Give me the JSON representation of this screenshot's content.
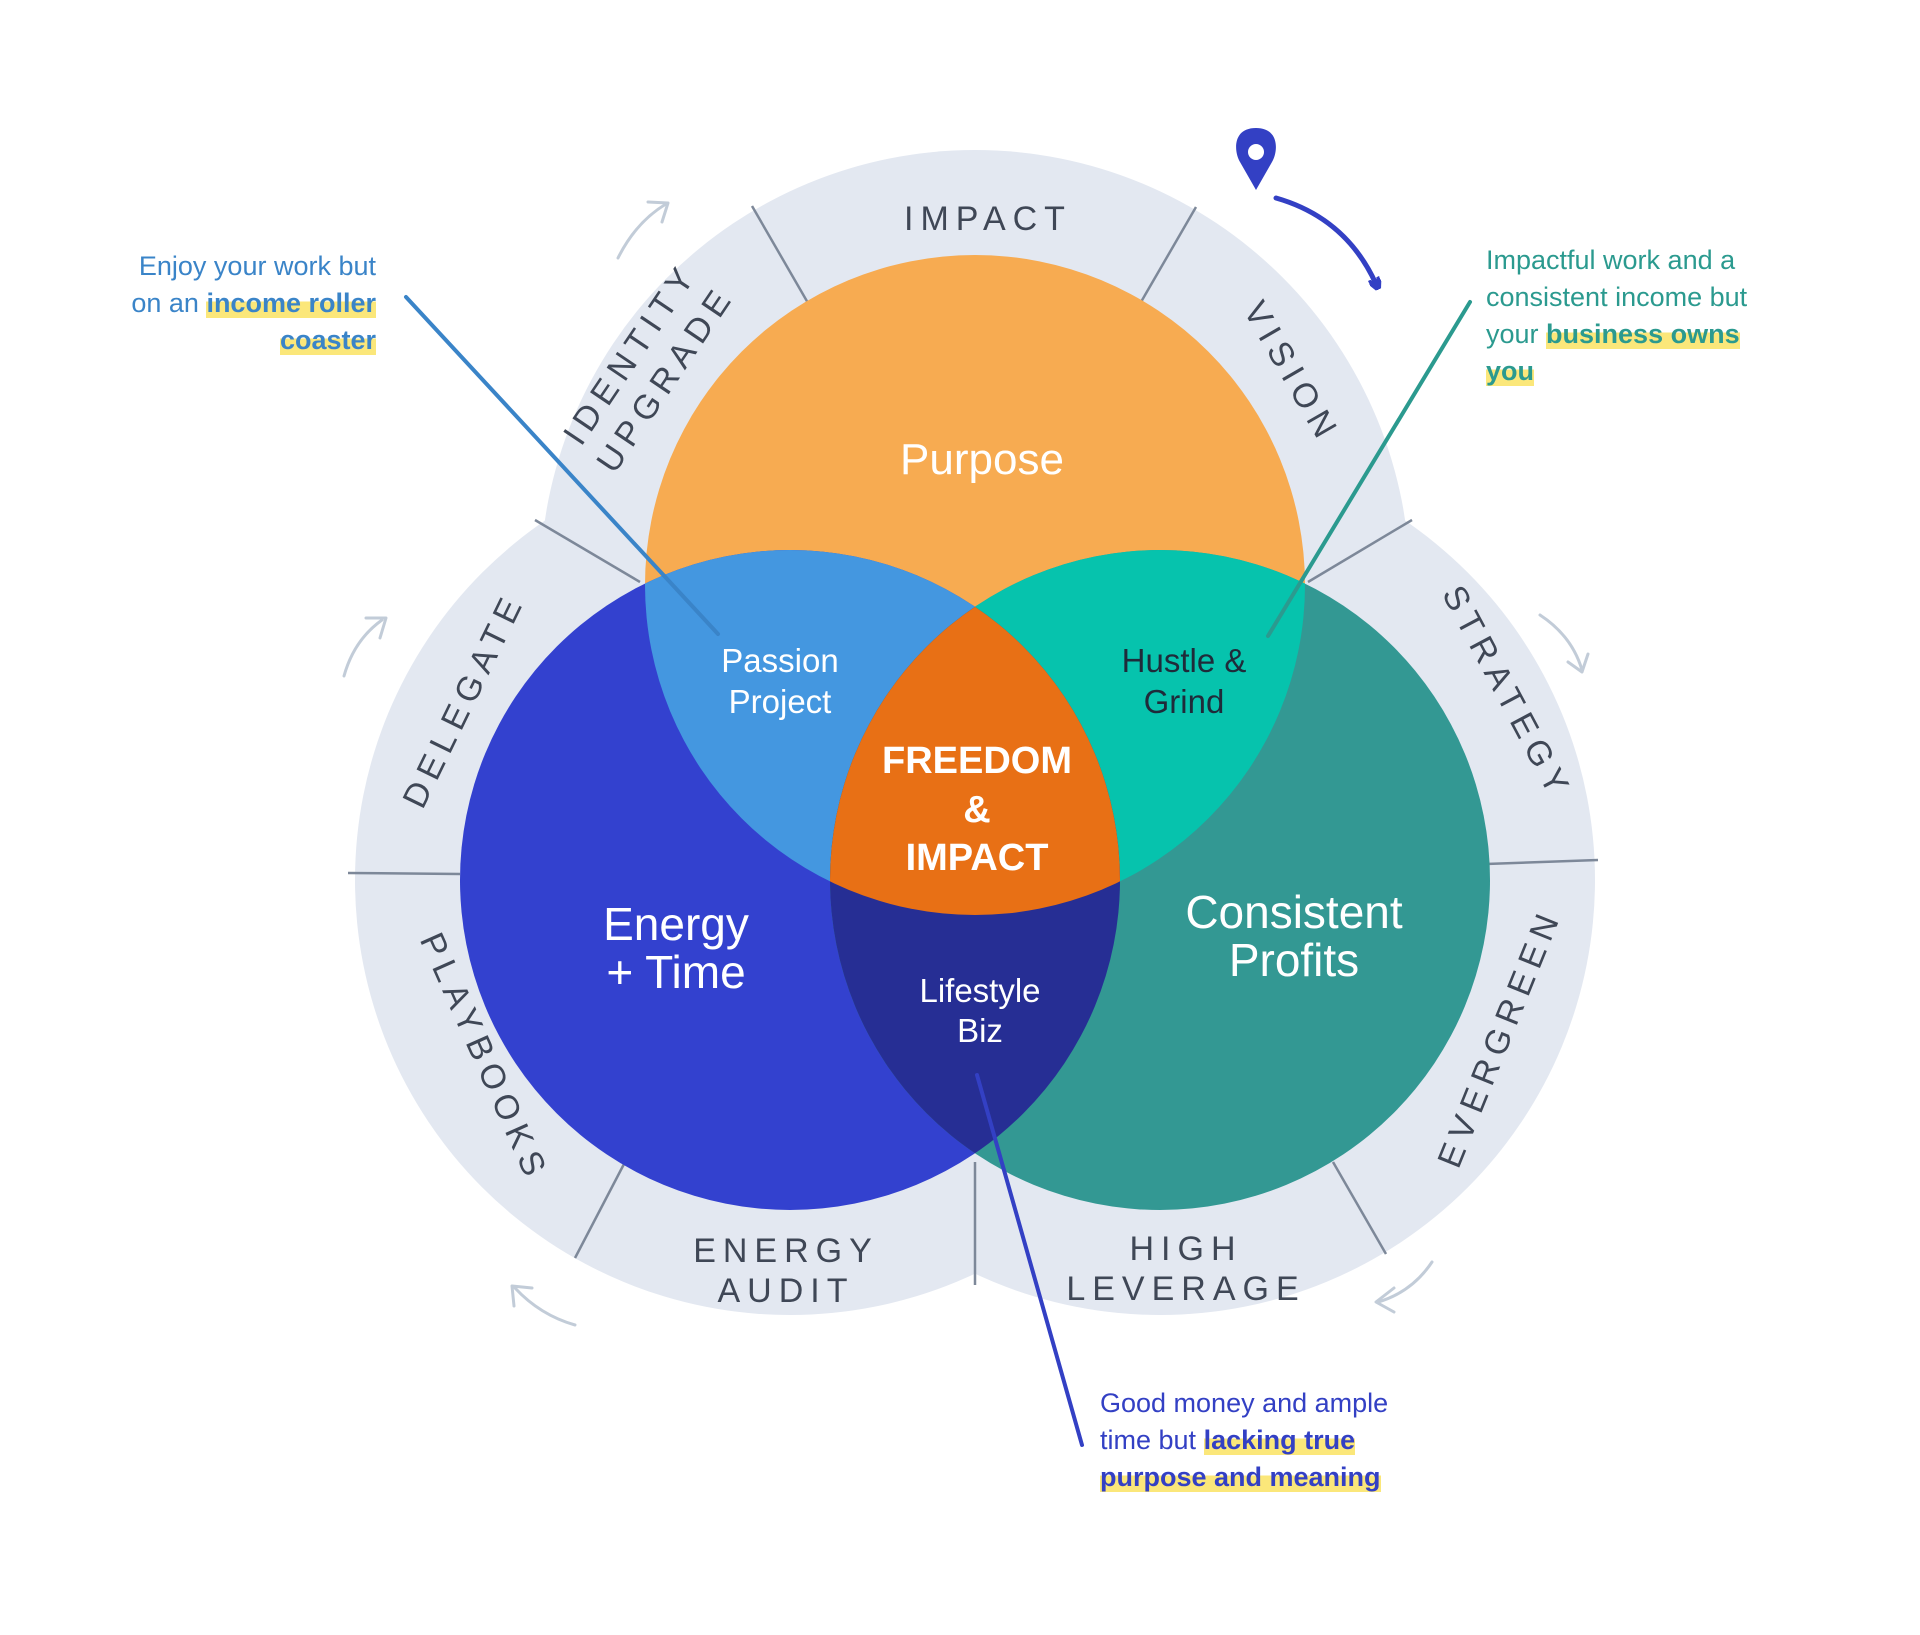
{
  "ring_segments": {
    "impact": "IMPACT",
    "vision": "VISION",
    "strategy": "STRATEGY",
    "evergreen": "EVERGREEN",
    "high_leverage_1": "HIGH",
    "high_leverage_2": "LEVERAGE",
    "energy_audit_1": "ENERGY",
    "energy_audit_2": "AUDIT",
    "playbooks": "PLAYBOOKS",
    "delegate": "DELEGATE",
    "identity_upgrade_1": "IDENTITY",
    "identity_upgrade_2": "UPGRADE"
  },
  "circles": {
    "purpose": "Purpose",
    "energy_line1": "Energy",
    "energy_line2": "+ Time",
    "profits_line1": "Consistent",
    "profits_line2": "Profits"
  },
  "intersections": {
    "passion_line1": "Passion",
    "passion_line2": "Project",
    "hustle_line1": "Hustle &",
    "hustle_line2": "Grind",
    "lifestyle_line1": "Lifestyle",
    "lifestyle_line2": "Biz",
    "center_line1": "FREEDOM",
    "center_line2": "&",
    "center_line3": "IMPACT"
  },
  "notes": {
    "left_plain": "Enjoy your work but on an",
    "left_highlight": "income roller coaster",
    "right_plain": "Impactful work and a consistent income but your",
    "right_highlight": "business owns you",
    "bottom_plain": "Good money and ample time but",
    "bottom_highlight": "lacking true purpose and meaning"
  },
  "colors": {
    "ring": "#e3e8f1",
    "purpose": "#f7ab51",
    "energy": "#3341cf",
    "profits": "#339893",
    "passion": "#4497e0",
    "hustle": "#06c3ad",
    "lifestyle": "#262e94",
    "center": "#e87015",
    "pin": "#3340c4"
  },
  "icons": [
    "location-pin-icon",
    "curved-arrow-icon",
    "cycle-arrow-icon"
  ]
}
